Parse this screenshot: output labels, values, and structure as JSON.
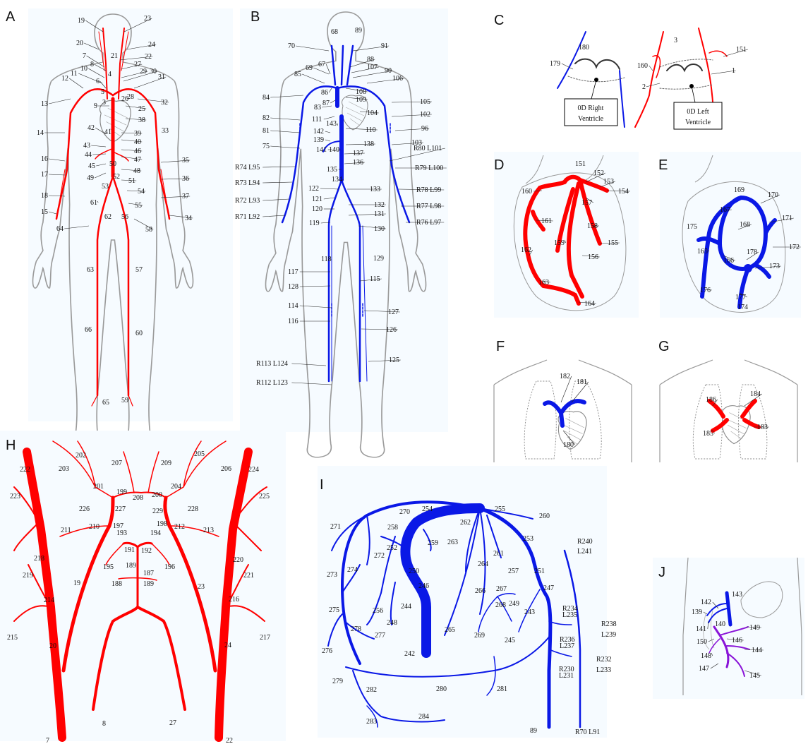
{
  "panels": {
    "A": {
      "letter": "A",
      "numbers": [
        "19",
        "23",
        "20",
        "24",
        "21",
        "22",
        "7",
        "8",
        "27",
        "10",
        "4",
        "29",
        "30",
        "11",
        "12",
        "6",
        "31",
        "5",
        "28",
        "13",
        "9",
        "3",
        "26",
        "25",
        "32",
        "38",
        "42",
        "41",
        "39",
        "14",
        "33",
        "40",
        "43",
        "46",
        "44",
        "47",
        "50",
        "45",
        "48",
        "49",
        "52",
        "51",
        "53",
        "54",
        "61",
        "55",
        "62",
        "56",
        "58",
        "64",
        "16",
        "35",
        "17",
        "36",
        "18",
        "37",
        "15",
        "34",
        "63",
        "57",
        "66",
        "60",
        "65",
        "59"
      ]
    },
    "B": {
      "letter": "B",
      "numbers": [
        "68",
        "89",
        "70",
        "91",
        "88",
        "107",
        "69",
        "67",
        "90",
        "85",
        "106",
        "86",
        "108",
        "84",
        "87",
        "109",
        "83",
        "105",
        "104",
        "102",
        "82",
        "111",
        "110",
        "96",
        "81",
        "143",
        "142",
        "139",
        "138",
        "103",
        "75",
        "141",
        "140",
        "137",
        "136",
        "135",
        "134",
        "122",
        "133",
        "121",
        "132",
        "120",
        "131",
        "119",
        "130",
        "118",
        "129",
        "117",
        "115",
        "128",
        "114",
        "127",
        "116",
        "126",
        "125"
      ],
      "pairs": [
        "R80 L101",
        "R74 L95",
        "R79 L100",
        "R73 L94",
        "R78 L99",
        "R72 L93",
        "R77 L98",
        "R71 L92",
        "R76 L97",
        "R113 L124",
        "R112 L123"
      ]
    },
    "C": {
      "letter": "C",
      "numbers": [
        "180",
        "3",
        "179",
        "151",
        "160",
        "1",
        "2"
      ],
      "box_right": [
        "0D Right",
        "Ventricle"
      ],
      "box_left": [
        "0D Left",
        "Ventricle"
      ]
    },
    "D": {
      "letter": "D",
      "numbers": [
        "151",
        "152",
        "153",
        "160",
        "154",
        "157",
        "161",
        "158",
        "159",
        "155",
        "162",
        "156",
        "163",
        "164"
      ]
    },
    "E": {
      "letter": "E",
      "numbers": [
        "169",
        "170",
        "167",
        "175",
        "168",
        "171",
        "165",
        "178",
        "172",
        "166",
        "173",
        "176",
        "177",
        "174"
      ]
    },
    "F": {
      "letter": "F",
      "numbers": [
        "182",
        "181",
        "180"
      ]
    },
    "G": {
      "letter": "G",
      "numbers": [
        "184",
        "186",
        "183",
        "185"
      ]
    },
    "H": {
      "letter": "H",
      "numbers": [
        "202",
        "205",
        "207",
        "209",
        "203",
        "206",
        "222",
        "224",
        "201",
        "204",
        "199",
        "200",
        "208",
        "223",
        "225",
        "226",
        "227",
        "229",
        "228",
        "197",
        "198",
        "210",
        "212",
        "211",
        "213",
        "193",
        "194",
        "191",
        "192",
        "218",
        "220",
        "195",
        "196",
        "219",
        "221",
        "189",
        "19",
        "23",
        "188",
        "189",
        "187",
        "214",
        "216",
        "20",
        "24",
        "215",
        "217",
        "8",
        "27",
        "7",
        "22"
      ]
    },
    "I": {
      "letter": "I",
      "numbers": [
        "270",
        "255",
        "254",
        "260",
        "271",
        "258",
        "262",
        "259",
        "253",
        "252",
        "263",
        "261",
        "272",
        "273",
        "274",
        "250",
        "264",
        "257",
        "251",
        "246",
        "266",
        "267",
        "249",
        "247",
        "256",
        "244",
        "268",
        "248",
        "243",
        "265",
        "269",
        "245",
        "277",
        "275",
        "242",
        "278",
        "276",
        "279",
        "280",
        "281",
        "282",
        "284",
        "283",
        "89"
      ],
      "pairs": [
        "R240",
        "L241",
        "R234",
        "L235",
        "R236",
        "L237",
        "R238",
        "L239",
        "R232",
        "L233",
        "R230",
        "L231",
        "R70 L91"
      ]
    },
    "J": {
      "letter": "J",
      "numbers": [
        "143",
        "142",
        "139",
        "141",
        "140",
        "149",
        "150",
        "146",
        "144",
        "148",
        "147",
        "145"
      ]
    }
  },
  "colors": {
    "artery": "#ff0000",
    "vein": "#0a18e6",
    "portal": "#8a14d8",
    "outline": "#9a9a9a",
    "dotted": "#8a8a8a"
  }
}
